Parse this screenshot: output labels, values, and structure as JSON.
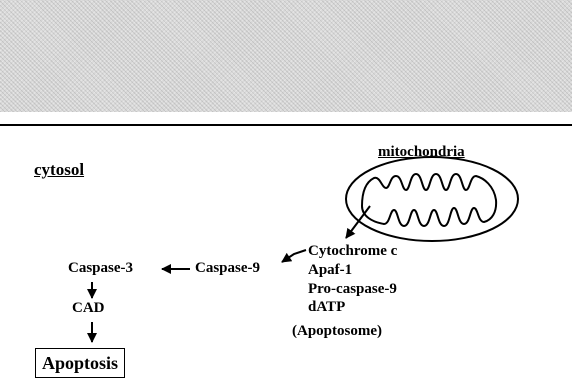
{
  "regions": {
    "cytosol": "cytosol",
    "mitochondria": "mitochondria"
  },
  "complex": {
    "components": [
      "Cytochrome c",
      "Apaf-1",
      "Pro-caspase-9",
      "dATP"
    ],
    "name": "(Apoptosome)"
  },
  "pathway": {
    "caspase9": "Caspase-9",
    "caspase3": "Caspase-3",
    "cad": "CAD",
    "outcome": "Apoptosis"
  }
}
